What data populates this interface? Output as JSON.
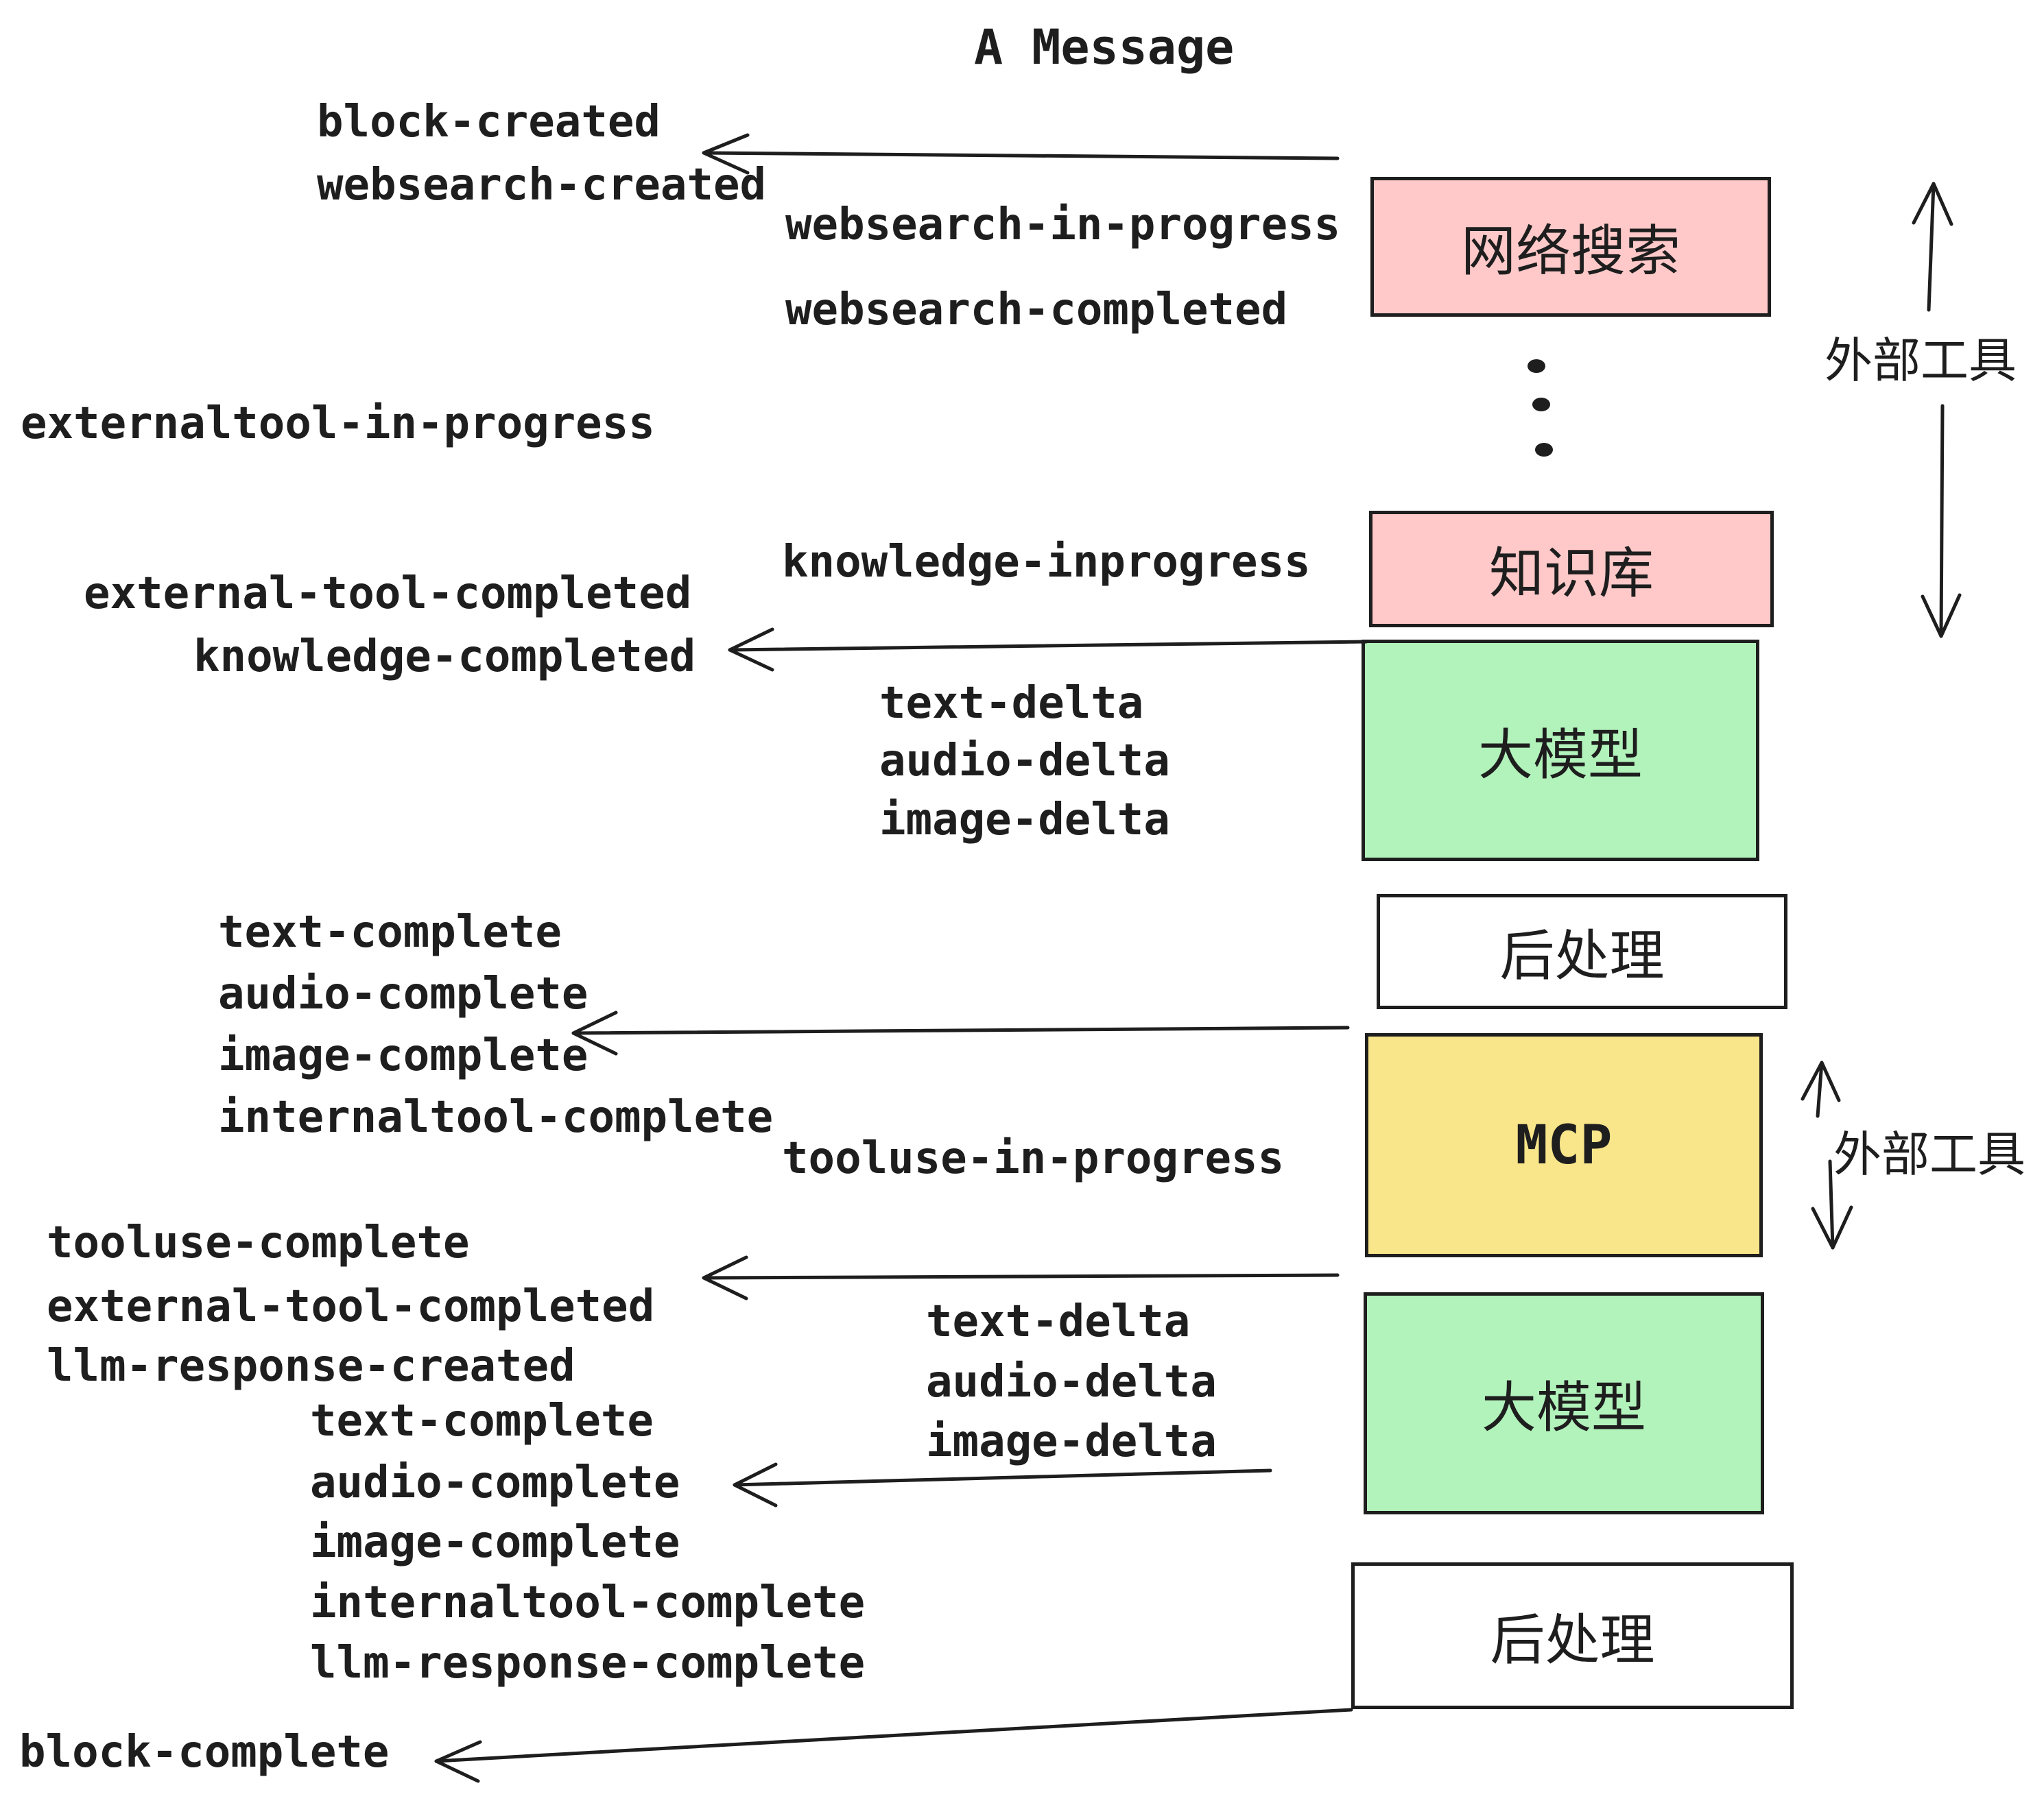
{
  "title": "A Message",
  "colors": {
    "background": "#ffffff",
    "stroke": "#1e1e1e",
    "pink": "#ffc9c9",
    "green": "#b2f2bb",
    "yellow": "#f9e58a",
    "white": "#ffffff"
  },
  "boxes": [
    {
      "id": "websearch",
      "label": "网络搜索",
      "fill": "#ffc9c9"
    },
    {
      "id": "knowledge",
      "label": "知识库",
      "fill": "#ffc9c9"
    },
    {
      "id": "llm-1",
      "label": "大模型",
      "fill": "#b2f2bb"
    },
    {
      "id": "postprocess-1",
      "label": "后处理",
      "fill": "#ffffff"
    },
    {
      "id": "mcp",
      "label": "MCP",
      "fill": "#f9e58a"
    },
    {
      "id": "llm-2",
      "label": "大模型",
      "fill": "#b2f2bb"
    },
    {
      "id": "postprocess-2",
      "label": "后处理",
      "fill": "#ffffff"
    }
  ],
  "side_labels": [
    {
      "id": "external-tools-top",
      "text": "外部工具"
    },
    {
      "id": "external-tools-bottom",
      "text": "外部工具"
    }
  ],
  "events": [
    {
      "text": "block-created"
    },
    {
      "text": "websearch-created"
    },
    {
      "text": "websearch-in-progress"
    },
    {
      "text": "websearch-completed"
    },
    {
      "text": "externaltool-in-progress"
    },
    {
      "text": "knowledge-inprogress"
    },
    {
      "text": "external-tool-completed"
    },
    {
      "text": "knowledge-completed"
    },
    {
      "text": "text-delta"
    },
    {
      "text": "audio-delta"
    },
    {
      "text": "image-delta"
    },
    {
      "text": "text-complete"
    },
    {
      "text": "audio-complete"
    },
    {
      "text": "image-complete"
    },
    {
      "text": "internaltool-complete"
    },
    {
      "text": "tooluse-in-progress"
    },
    {
      "text": "tooluse-complete"
    },
    {
      "text": "external-tool-completed"
    },
    {
      "text": "llm-response-created"
    },
    {
      "text": "text-complete"
    },
    {
      "text": "audio-complete"
    },
    {
      "text": "text-delta"
    },
    {
      "text": "audio-delta"
    },
    {
      "text": "image-delta"
    },
    {
      "text": "image-complete"
    },
    {
      "text": "internaltool-complete"
    },
    {
      "text": "llm-response-complete"
    },
    {
      "text": "block-complete"
    }
  ]
}
